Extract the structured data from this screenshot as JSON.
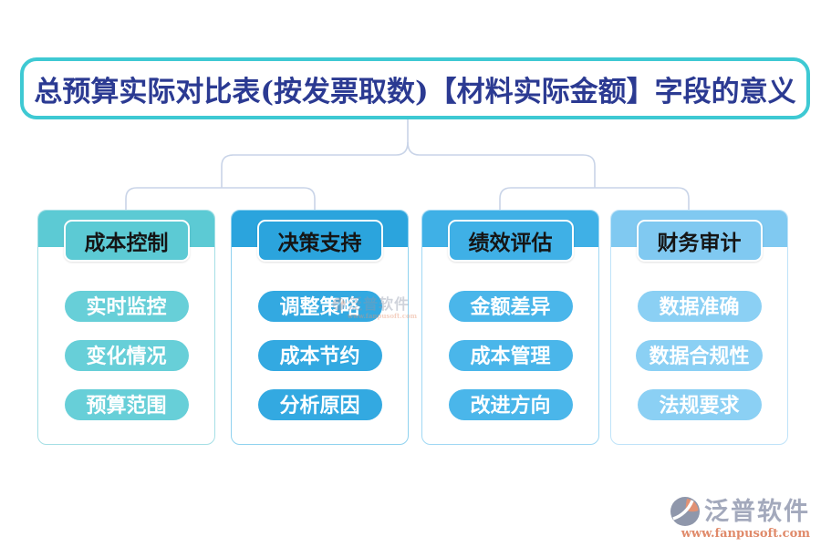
{
  "title": "总预算实际对比表(按发票取数)【材料实际金额】字段的意义",
  "branches": [
    {
      "label": "成本控制",
      "items": [
        "实时监控",
        "变化情况",
        "预算范围"
      ],
      "band_color": "#5ccad4",
      "pill_color": "#67cfd8",
      "border_color": "#a5dfe5"
    },
    {
      "label": "决策支持",
      "items": [
        "调整策略",
        "成本节约",
        "分析原因"
      ],
      "band_color": "#2ba4dd",
      "pill_color": "#33a9e1",
      "border_color": "#90d2ef"
    },
    {
      "label": "绩效评估",
      "items": [
        "金额差异",
        "成本管理",
        "改进方向"
      ],
      "band_color": "#3fb0e6",
      "pill_color": "#4ab6ea",
      "border_color": "#a0d8f4"
    },
    {
      "label": "财务审计",
      "items": [
        "数据准确",
        "数据合规性",
        "法规要求"
      ],
      "band_color": "#80c9f1",
      "pill_color": "#8bd0f4",
      "border_color": "#bfe3f9"
    }
  ],
  "watermark": {
    "name": "泛普软件",
    "url": "www.fanpusoft.com"
  },
  "brand": {
    "name": "泛普软件",
    "url": "www.fanpusoft.com"
  },
  "colors": {
    "title_border": "#3ec9d3",
    "title_text": "#2b3a92",
    "connector": "#c9d4e8"
  }
}
